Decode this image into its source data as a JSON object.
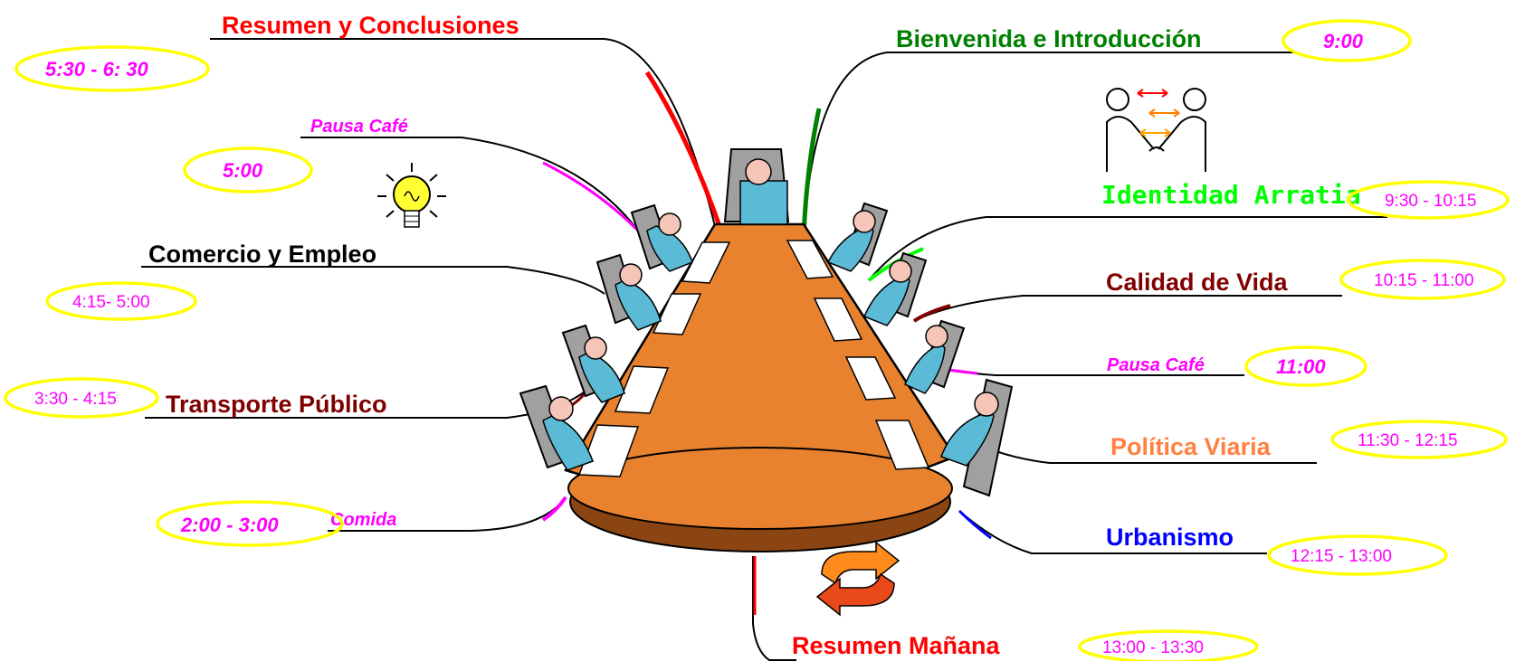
{
  "agenda": {
    "items": [
      {
        "key": "resumen_conclusiones",
        "label": "Resumen y Conclusiones",
        "color": "#ff0000",
        "time": "5:30 - 6: 30"
      },
      {
        "key": "pausa_cafe_tarde",
        "label": "Pausa Café",
        "color": "#ff00ff",
        "time": "5:00"
      },
      {
        "key": "comercio_empleo",
        "label": "Comercio y Empleo",
        "color": "#000000",
        "time": "4:15- 5:00"
      },
      {
        "key": "transporte_publico",
        "label": "Transporte Público",
        "color": "#7f0000",
        "time": "3:30 - 4:15"
      },
      {
        "key": "comida",
        "label": "Comida",
        "color": "#ff00ff",
        "time": "2:00 - 3:00"
      },
      {
        "key": "bienvenida",
        "label": "Bienvenida e Introducción",
        "color": "#008000",
        "time": "9:00"
      },
      {
        "key": "identidad_arratia",
        "label": "Identidad Arratia",
        "color": "#00ff00",
        "time": "9:30 - 10:15"
      },
      {
        "key": "calidad_vida",
        "label": "Calidad de Vida",
        "color": "#800000",
        "time": "10:15 - 11:00"
      },
      {
        "key": "pausa_cafe_manana",
        "label": "Pausa Café",
        "color": "#ff00ff",
        "time": "11:00"
      },
      {
        "key": "politica_viaria",
        "label": "Política Viaria",
        "color": "#ff8040",
        "time": "11:30 - 12:15"
      },
      {
        "key": "urbanismo",
        "label": "Urbanismo",
        "color": "#0000ff",
        "time": "12:15 - 13:00"
      },
      {
        "key": "resumen_manana",
        "label": "Resumen Mañana",
        "color": "#ff0000",
        "time": "13:00 - 13:30"
      }
    ]
  },
  "icons": {
    "center": "meeting-table-illustration",
    "lightbulb": "lightbulb-icon",
    "handshake": "handshake-people-icon",
    "cycle": "cycle-arrows-icon"
  },
  "colors": {
    "highlight_oval": "#ffff00",
    "table_top": "#e8822e",
    "table_edge": "#8b4513",
    "person": "#5bbad5",
    "chair": "#a0a0a0",
    "paper": "#ffffff"
  }
}
